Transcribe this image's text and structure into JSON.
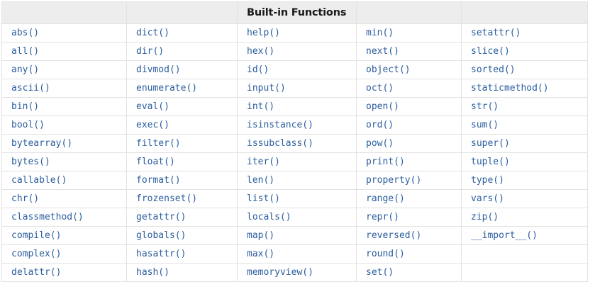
{
  "table": {
    "title": "Built-in Functions",
    "title_column_index": 2,
    "column_count": 5,
    "header_cells": [
      "",
      "",
      "Built-in Functions",
      "",
      ""
    ],
    "accent_text_color": "#2a5d9e",
    "header_background_color": "#ededed",
    "border_color": "#e2e2e2",
    "rows": [
      [
        "abs()",
        "dict()",
        "help()",
        "min()",
        "setattr()"
      ],
      [
        "all()",
        "dir()",
        "hex()",
        "next()",
        "slice()"
      ],
      [
        "any()",
        "divmod()",
        "id()",
        "object()",
        "sorted()"
      ],
      [
        "ascii()",
        "enumerate()",
        "input()",
        "oct()",
        "staticmethod()"
      ],
      [
        "bin()",
        "eval()",
        "int()",
        "open()",
        "str()"
      ],
      [
        "bool()",
        "exec()",
        "isinstance()",
        "ord()",
        "sum()"
      ],
      [
        "bytearray()",
        "filter()",
        "issubclass()",
        "pow()",
        "super()"
      ],
      [
        "bytes()",
        "float()",
        "iter()",
        "print()",
        "tuple()"
      ],
      [
        "callable()",
        "format()",
        "len()",
        "property()",
        "type()"
      ],
      [
        "chr()",
        "frozenset()",
        "list()",
        "range()",
        "vars()"
      ],
      [
        "classmethod()",
        "getattr()",
        "locals()",
        "repr()",
        "zip()"
      ],
      [
        "compile()",
        "globals()",
        "map()",
        "reversed()",
        "__import__()"
      ],
      [
        "complex()",
        "hasattr()",
        "max()",
        "round()",
        ""
      ],
      [
        "delattr()",
        "hash()",
        "memoryview()",
        "set()",
        ""
      ]
    ]
  }
}
